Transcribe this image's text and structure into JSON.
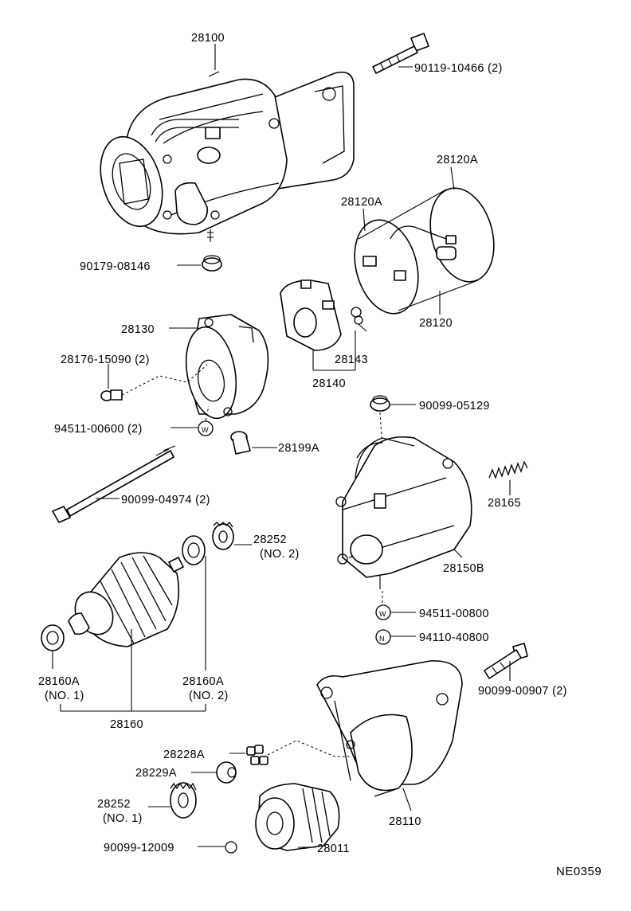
{
  "diagram_code": "NE0359",
  "labels": {
    "p28100": "28100",
    "bolt_90119": "90119-10466 (2)",
    "p28120A_top": "28120A",
    "p28120A_mid": "28120A",
    "nut_90179": "90179-08146",
    "p28120": "28120",
    "p28130": "28130",
    "screw_28176": "28176-15090 (2)",
    "p28143": "28143",
    "p28140": "28140",
    "nut_90099_05129": "90099-05129",
    "washer_94511_00600": "94511-00600 (2)",
    "p28199A": "28199A",
    "p28165": "28165",
    "bolt_90099_04974": "90099-04974 (2)",
    "p28252_no2_a": "28252",
    "p28252_no2_b": "(NO. 2)",
    "p28150B": "28150B",
    "washer_94511_00800": "94511-00800",
    "nut_94110": "94110-40800",
    "p28160A_no1_a": "28160A",
    "p28160A_no1_b": "(NO. 1)",
    "p28160A_no2_a": "28160A",
    "p28160A_no2_b": "(NO. 2)",
    "bolt_90099_00907": "90099-00907 (2)",
    "p28160": "28160",
    "p28228A": "28228A",
    "p28229A": "28229A",
    "p28252_no1_a": "28252",
    "p28252_no1_b": "(NO. 1)",
    "p28110": "28110",
    "ball_90099_12009": "90099-12009",
    "p28011": "28011",
    "w_mark": "W",
    "n_mark": "N"
  }
}
